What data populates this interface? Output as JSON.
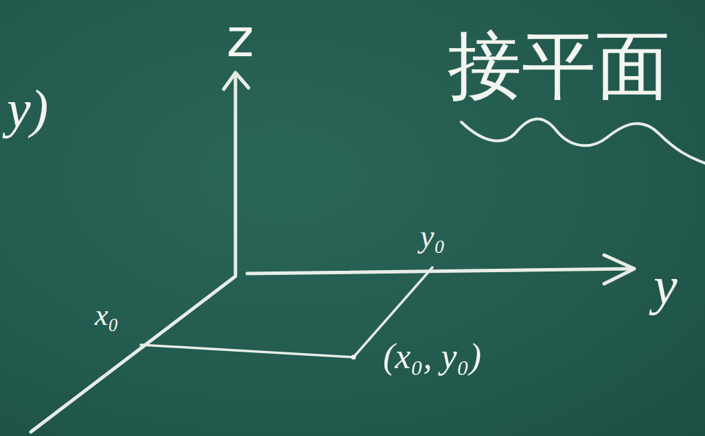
{
  "diagram": {
    "labels": [
      "y)",
      "z",
      "接平面",
      "y₀",
      "y",
      "x₀",
      "(x₀, y₀)"
    ]
  }
}
